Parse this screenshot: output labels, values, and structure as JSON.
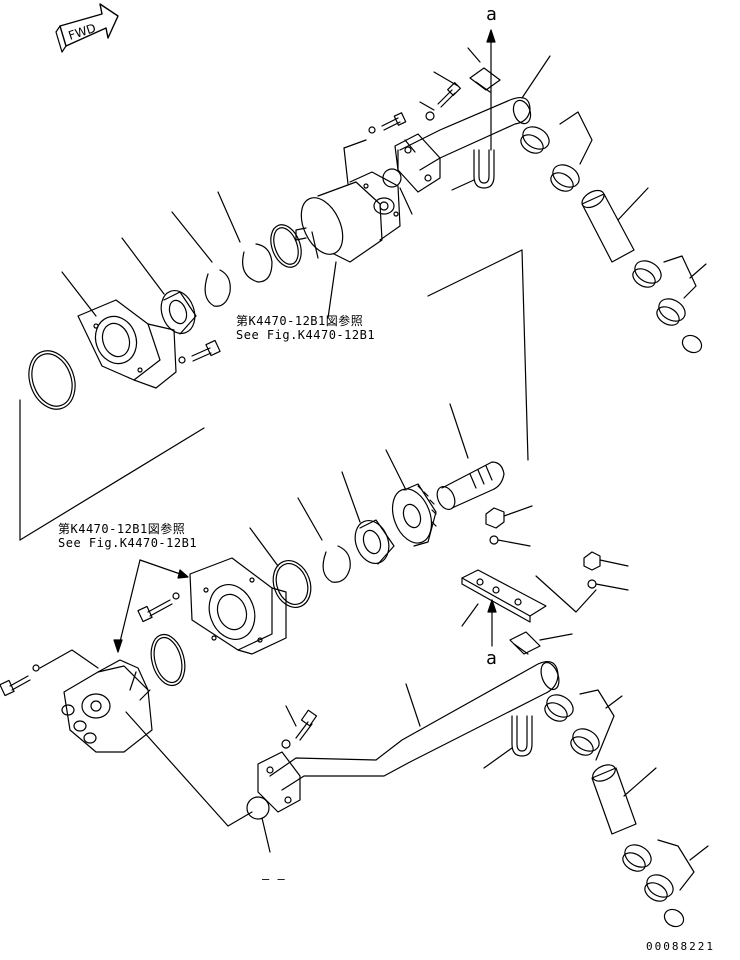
{
  "fwd_label": "FWD",
  "references": [
    {
      "jp": "第K4470-12B1図参照",
      "en": "See Fig.K4470-12B1"
    },
    {
      "jp": "第K4470-12B1図参照",
      "en": "See Fig.K4470-12B1"
    }
  ],
  "connector_top": "a",
  "connector_bottom": "a",
  "blank_mark": "– –",
  "drawing_number": "00088221"
}
